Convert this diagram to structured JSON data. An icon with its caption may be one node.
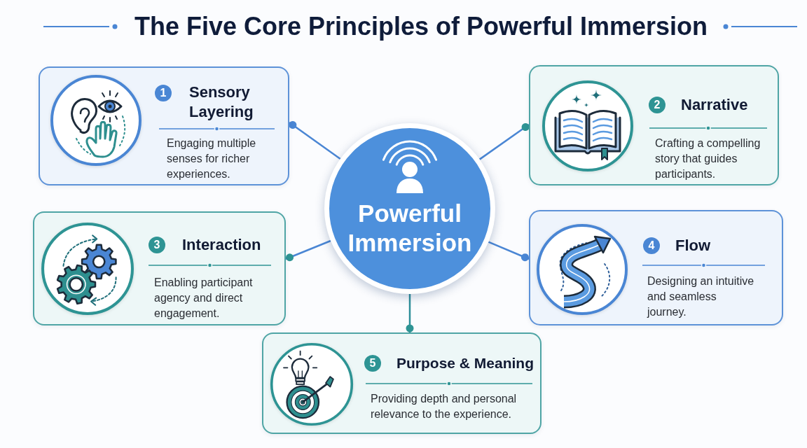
{
  "diagram": {
    "title": "The Five Core Principles of Powerful Immersion",
    "nodes": [
      {
        "text": [
          "Powerful Immersion"
        ]
      },
      {
        "text": [
          "1",
          "Sensory Layering",
          "Engaging multiple senses for richer experiences."
        ]
      },
      {
        "text": [
          "2",
          "Narrative",
          "Crafting a compelling story that guides participants."
        ]
      },
      {
        "text": [
          "3",
          "Interaction",
          "Enabling participant agency and direct engagement."
        ]
      },
      {
        "text": [
          "4",
          "Flow",
          "Designing an intuitive and seamless journey."
        ]
      },
      {
        "text": [
          "5",
          "Purpose & Meaning",
          "Providing depth and personal relevance to the experience."
        ]
      }
    ],
    "edges": [
      {
        "from": 0,
        "to": 1,
        "arrow": "other"
      },
      {
        "from": 0,
        "to": 2,
        "arrow": "other"
      },
      {
        "from": 0,
        "to": 3,
        "arrow": "other"
      },
      {
        "from": 0,
        "to": 4,
        "arrow": "other"
      },
      {
        "from": 0,
        "to": 5,
        "arrow": "other",
        "color": "#2e8f99"
      }
    ]
  }
}
